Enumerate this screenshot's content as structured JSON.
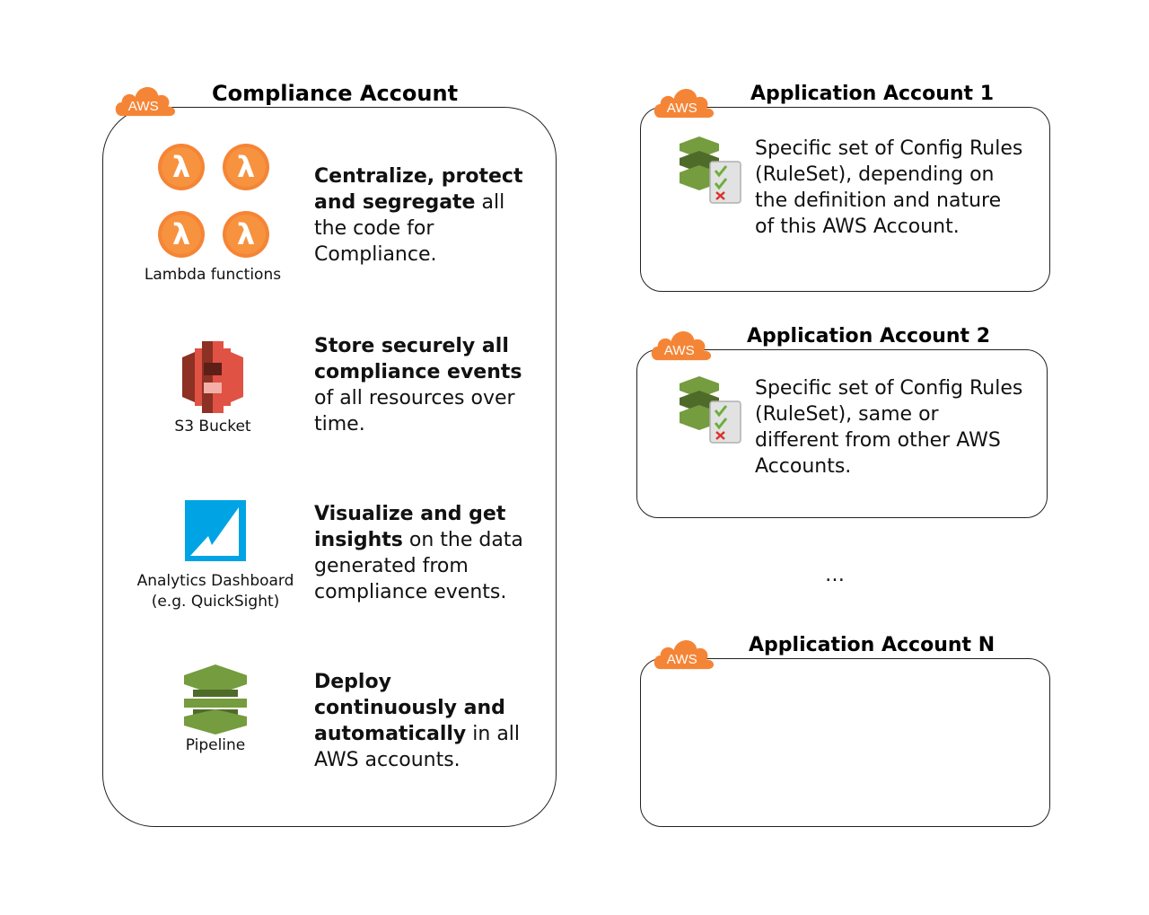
{
  "compliance": {
    "title": "Compliance Account",
    "badge": "AWS",
    "items": [
      {
        "icon": "lambda-icon",
        "caption": "Lambda functions",
        "bold": "Centralize, protect and segregate",
        "rest": " all the code for Compliance."
      },
      {
        "icon": "s3-bucket-icon",
        "caption": "S3 Bucket",
        "bold": "Store securely all compliance events",
        "rest": " of all resources over time."
      },
      {
        "icon": "quicksight-icon",
        "caption": "Analytics Dashboard (e.g. QuickSight)",
        "caption_line1": "Analytics Dashboard",
        "caption_line2": "(e.g. QuickSight)",
        "bold": "Visualize and get insights",
        "rest": " on the data generated from compliance events."
      },
      {
        "icon": "pipeline-icon",
        "caption": "Pipeline",
        "bold": "Deploy continuously and automatically",
        "rest": " in all AWS accounts."
      }
    ]
  },
  "apps": [
    {
      "title": "Application Account 1",
      "badge": "AWS",
      "icon": "config-rules-icon",
      "text": "Specific set of Config Rules (RuleSet), depending on the definition and nature of this AWS Account."
    },
    {
      "title": "Application Account 2",
      "badge": "AWS",
      "icon": "config-rules-icon",
      "text": "Specific set of Config Rules (RuleSet), same or different from other AWS Accounts."
    },
    {
      "title": "Application Account N",
      "badge": "AWS",
      "text": ""
    }
  ],
  "ellipsis": "…",
  "colors": {
    "aws_orange": "#f58536",
    "lambda_orange": "#f58536",
    "s3_red": "#e05243",
    "quicksight_blue": "#00a4e4",
    "pipeline_green": "#759c3e",
    "config_green": "#759c3e"
  }
}
